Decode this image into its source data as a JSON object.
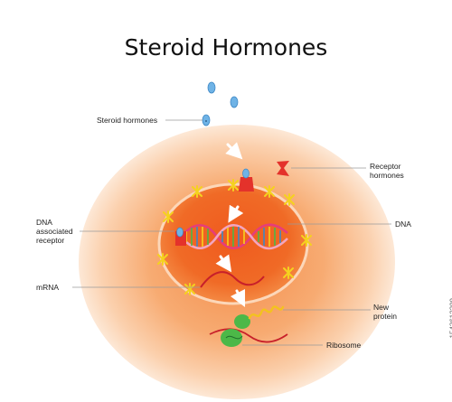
{
  "title": "Steroid Hormones",
  "labels": {
    "steroid_hormones": "Steroid hormones",
    "receptor_hormones": "Receptor\nhormones",
    "dna": "DNA",
    "dna_associated_receptor": "DNA\nassociated\nreceptor",
    "mrna": "mRNA",
    "new_protein": "New\nprotein",
    "ribosome": "Ribosome"
  },
  "watermark": "1543612299",
  "colors": {
    "cell_outer": "#fbd9bd",
    "cell_inner": "#f7a867",
    "nucleus": "#f26a22",
    "hormone": "#6fb3e6",
    "receptor": "#e4322b",
    "ribosome": "#4cb848",
    "protein": "#f3c21f",
    "membrane_protein": "#f5d21e",
    "arrow": "#ffffff"
  }
}
